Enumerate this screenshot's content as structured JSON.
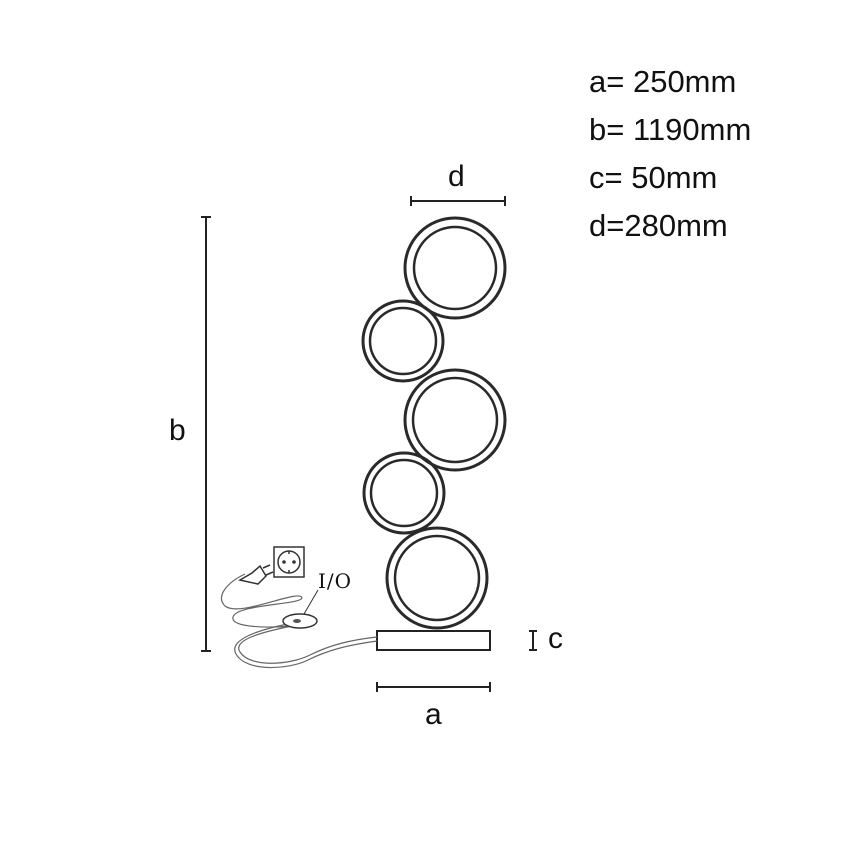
{
  "dimensions": [
    {
      "key": "a",
      "text": "a= 250mm"
    },
    {
      "key": "b",
      "text": "b= 1190mm"
    },
    {
      "key": "c",
      "text": "c= 50mm"
    },
    {
      "key": "d",
      "text": "d=280mm"
    }
  ],
  "labels": {
    "a": "a",
    "b": "b",
    "c": "c",
    "d": "d",
    "switch": "I/O"
  },
  "icons": [
    "power-socket-icon",
    "plug-icon",
    "inline-switch-icon"
  ]
}
